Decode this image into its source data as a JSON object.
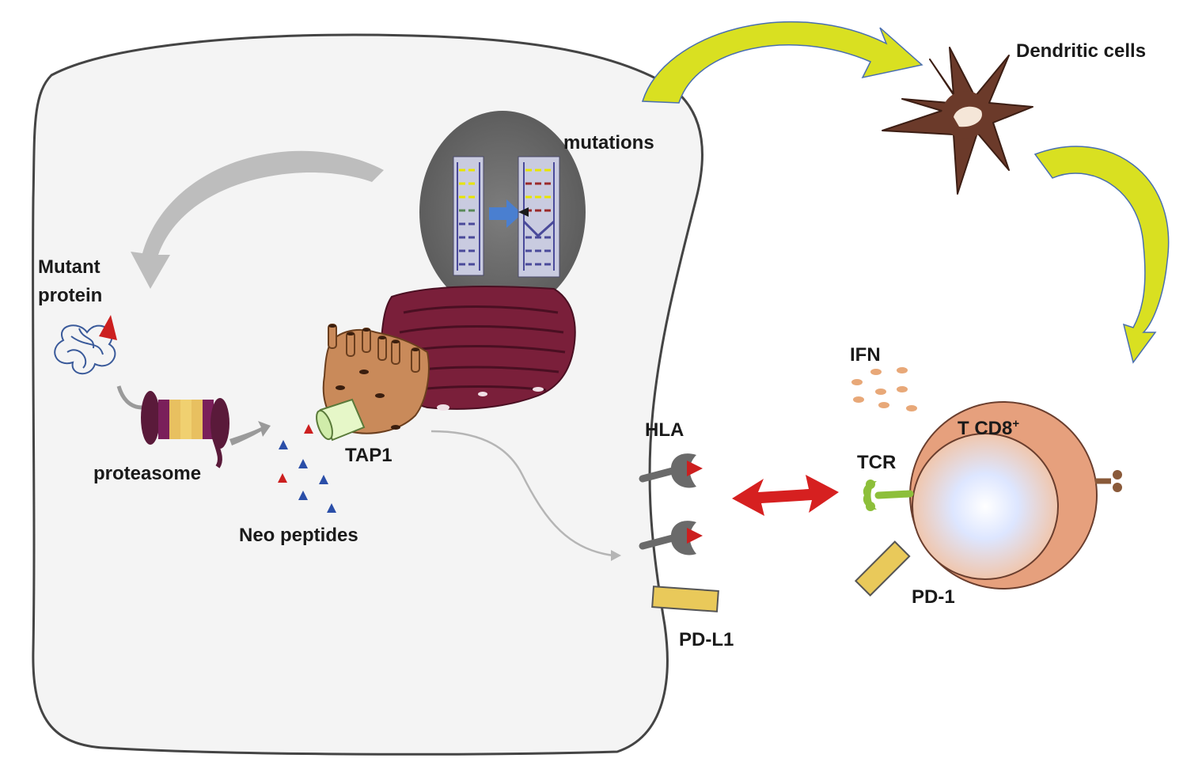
{
  "labels": {
    "dendritic_cells": "Dendritic cells",
    "mutations": "mutations",
    "mutant_protein_line1": "Mutant",
    "mutant_protein_line2": "protein",
    "proteasome": "proteasome",
    "neo_peptides": "Neo peptides",
    "tap1": "TAP1",
    "hla": "HLA",
    "tcr": "TCR",
    "ifn": "IFN",
    "t_cell": "T CD8",
    "t_cell_sup": "+",
    "pd1": "PD-1",
    "pdl1": "PD-L1"
  },
  "colors": {
    "cell_fill": "#f3f3f3",
    "cell_stroke": "#4a4a4a",
    "nucleus": "#6e6e6e",
    "yellow_arrow": "#d9e021",
    "gray_arrow": "#b8b8b8",
    "red_arrow": "#d62020",
    "dendritic_cell": "#6b3a2a",
    "er": "#7a1f3a",
    "golgi": "#c98a5a",
    "tcell": "#e6a07d",
    "tcell_inner": "#e8d6f0",
    "pd_bar": "#e9c95a",
    "tcr": "#8dbf3a",
    "peptide_blue": "#2a4ea8",
    "peptide_red": "#cc1f1f"
  },
  "icons": [
    "dendritic-cell-icon",
    "nucleus-dna-icon",
    "endoplasmic-reticulum-icon",
    "golgi-icon",
    "proteasome-icon",
    "mutant-protein-icon",
    "hla-receptor-icon",
    "tcr-receptor-icon",
    "t-cell-icon",
    "ifn-dots-icon"
  ]
}
